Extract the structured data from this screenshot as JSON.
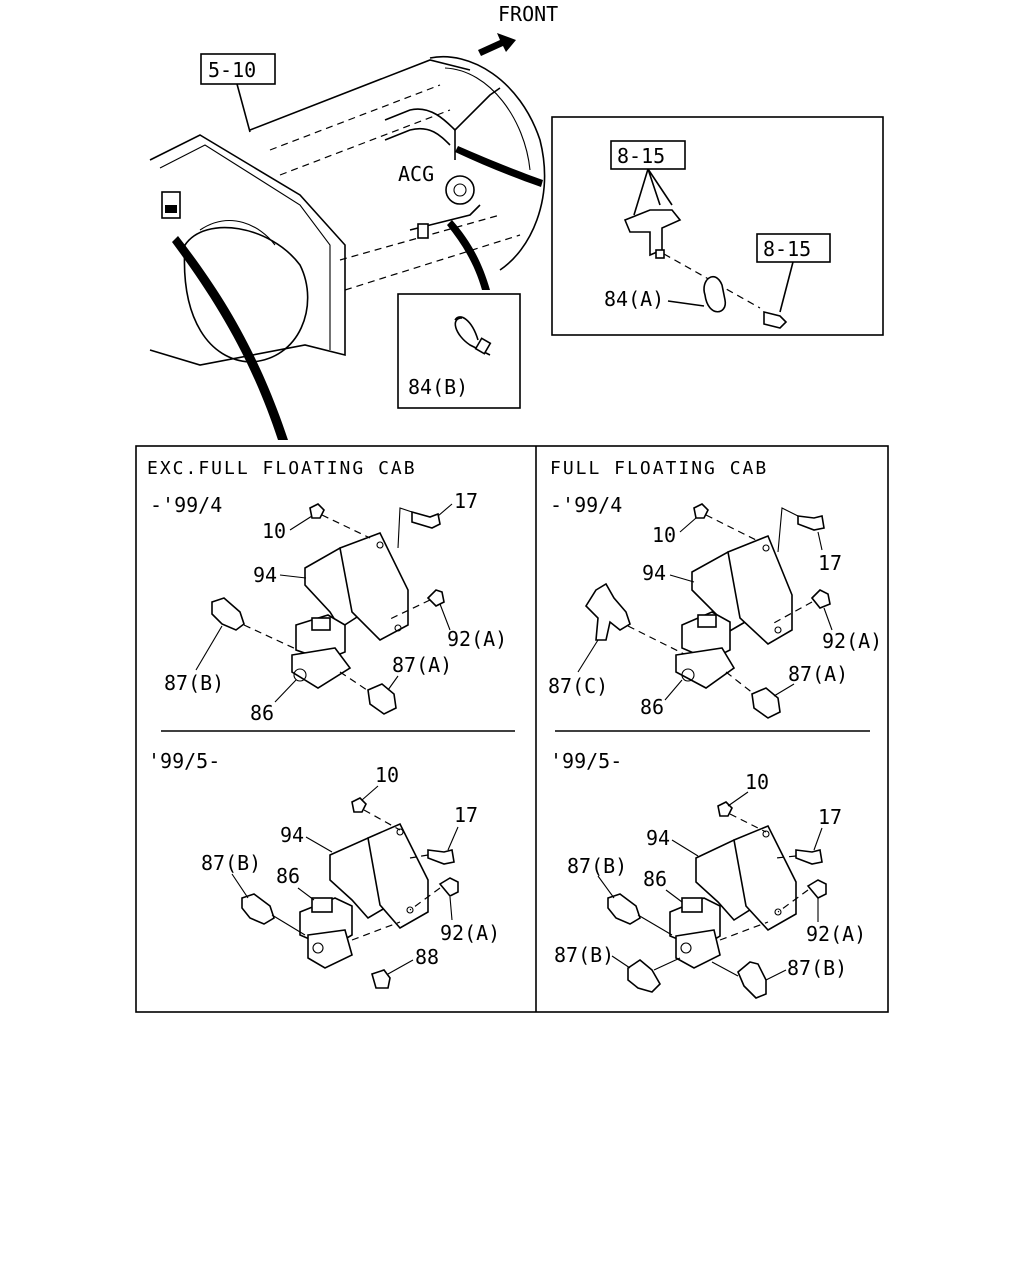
{
  "top": {
    "front_label": "FRONT",
    "ref_5_10": "5-10",
    "acg_label": "ACG",
    "ref_8_15_a": "8-15",
    "ref_8_15_b": "8-15",
    "part_84a": "84(A)",
    "part_84b": "84(B)"
  },
  "left_panel": {
    "title": "EXC.FULL FLOATING CAB",
    "upper": {
      "period": "-'99/4",
      "labels": {
        "p10": "10",
        "p17": "17",
        "p94": "94",
        "p92a": "92(A)",
        "p87a": "87(A)",
        "p87b": "87(B)",
        "p86": "86"
      }
    },
    "lower": {
      "period": "'99/5-",
      "labels": {
        "p10": "10",
        "p17": "17",
        "p94": "94",
        "p92a": "92(A)",
        "p87b": "87(B)",
        "p86": "86",
        "p88": "88"
      }
    }
  },
  "right_panel": {
    "title": "FULL FLOATING CAB",
    "upper": {
      "period": "-'99/4",
      "labels": {
        "p10": "10",
        "p17": "17",
        "p94": "94",
        "p92a": "92(A)",
        "p87a": "87(A)",
        "p87c": "87(C)",
        "p86": "86"
      }
    },
    "lower": {
      "period": "'99/5-",
      "labels": {
        "p10": "10",
        "p17": "17",
        "p94": "94",
        "p92a": "92(A)",
        "p87b_1": "87(B)",
        "p86": "86",
        "p87b_2": "87(B)",
        "p87b_3": "87(B)"
      }
    }
  }
}
